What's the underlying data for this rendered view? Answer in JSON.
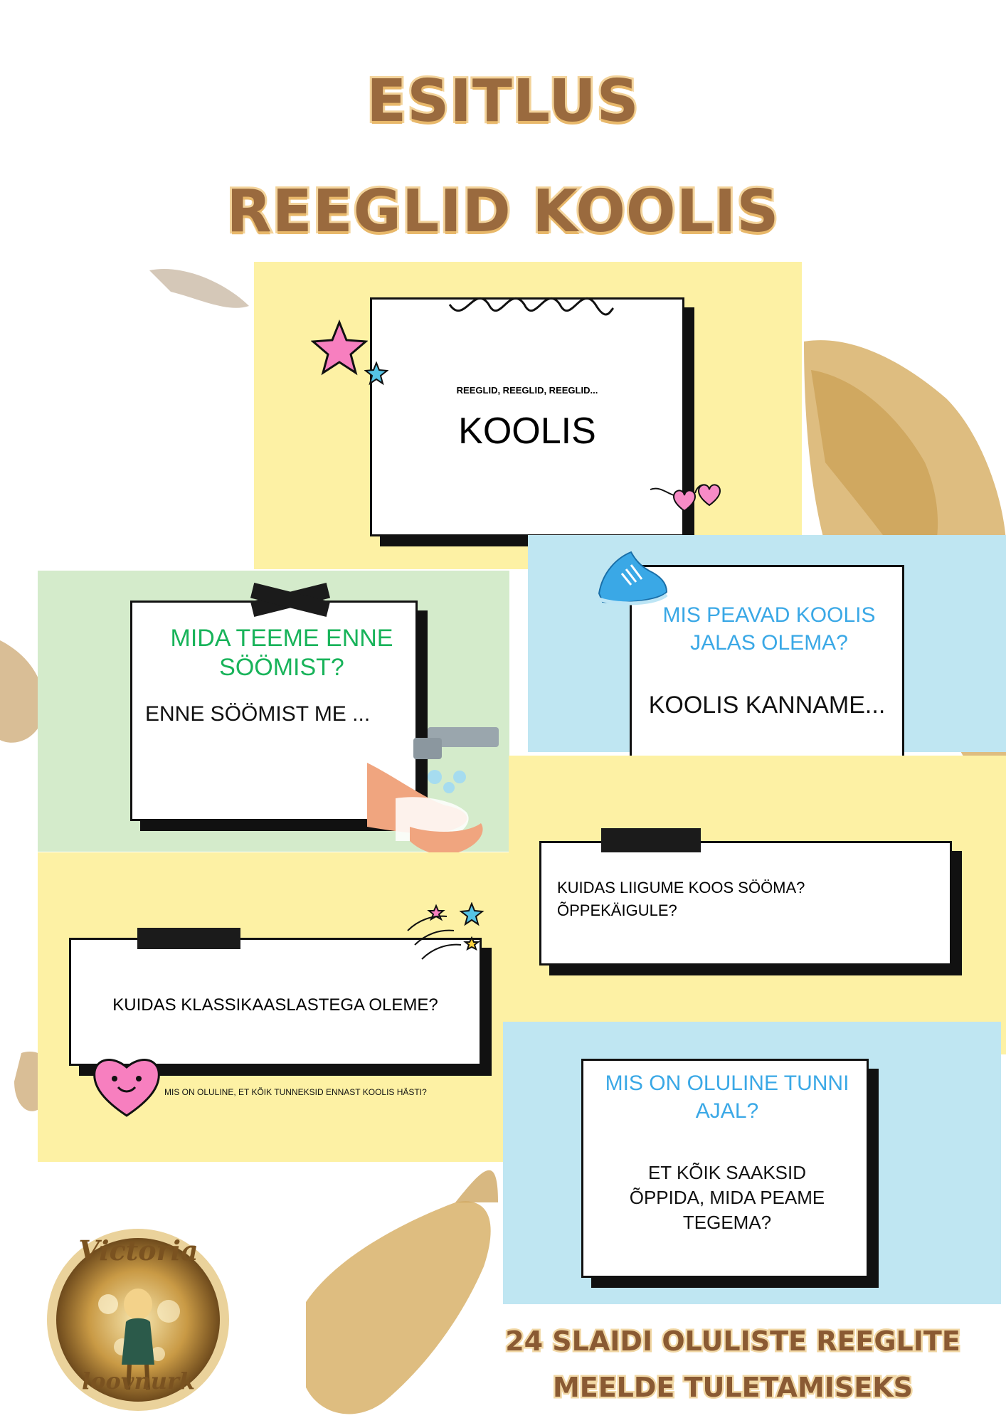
{
  "header": {
    "line1": "ESITLUS",
    "line2": "REEGLID KOOLIS"
  },
  "slides": {
    "s1": {
      "small": "REEGLID, REEGLID, REEGLID...",
      "big": "KOOLIS"
    },
    "s2": {
      "question": "MIDA TEEME ENNE SÖÖMIST?",
      "answer": "ENNE SÖÖMIST ME ..."
    },
    "s3": {
      "question": "MIS PEAVAD KOOLIS JALAS OLEMA?",
      "answer": "KOOLIS KANNAME..."
    },
    "s4": {
      "line1": "KUIDAS LIIGUME KOOS SÖÖMA?",
      "line2": "ÕPPEKÄIGULE?"
    },
    "s5": {
      "question": "KUIDAS KLASSIKAASLASTEGA OLEME?",
      "footnote": "MIS ON OLULINE, ET KÕIK TUNNEKSID ENNAST KOOLIS HÄSTI?"
    },
    "s6": {
      "question": "MIS ON OLULINE TUNNI AJAL?",
      "answer": "ET KÕIK SAAKSID ÕPPIDA, MIDA PEAME TEGEMA?"
    }
  },
  "logo": {
    "top": "Victoria",
    "bottom": "loovnurk"
  },
  "footer": {
    "line1": "24 SLAIDI OLULISTE REEGLITE",
    "line2": "MEELDE TULETAMISEKS"
  },
  "colors": {
    "yellow": "#fdf1a4",
    "blue": "#bfe6f2",
    "green": "#d4ebcb",
    "title_brown": "#9a6a3e",
    "accent_green": "#18b35a",
    "accent_blue": "#3aa8e6"
  }
}
